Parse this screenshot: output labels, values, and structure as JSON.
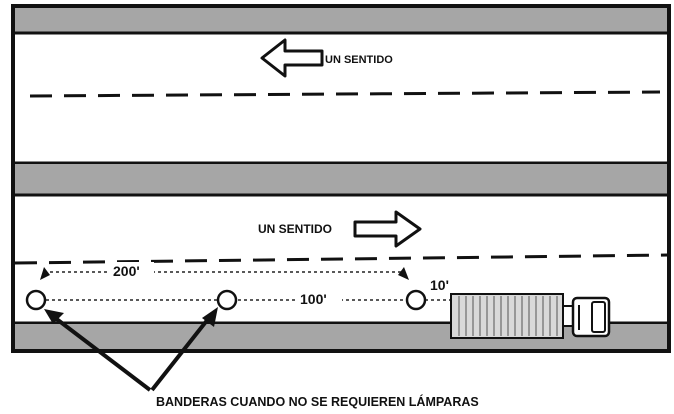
{
  "diagram": {
    "upper_lane_label": "UN SENTIDO",
    "lower_lane_label": "UN SENTIDO",
    "dimensions": {
      "first": "200'",
      "second": "100'",
      "third": "10'"
    },
    "caption": "BANDERAS CUANDO NO SE REQUIEREN LÁMPARAS",
    "colors": {
      "road_fill": "#ffffff",
      "median_shoulder": "#a6a6a6",
      "outline": "#111111",
      "truck_body": "#d9d9d9"
    }
  }
}
